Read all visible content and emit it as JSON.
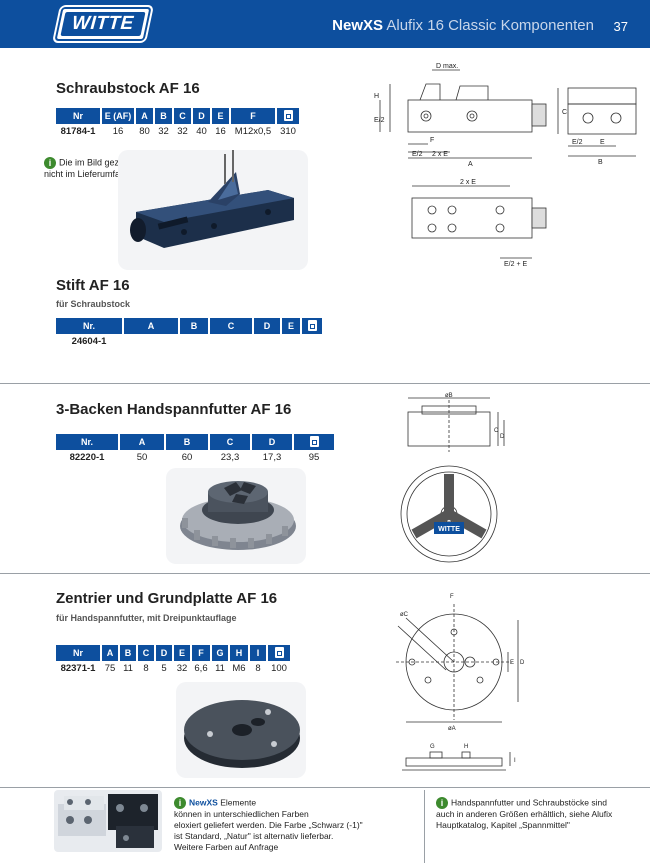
{
  "header": {
    "logo": "WITTE",
    "title_strong": "NewXS",
    "title_light": "Alufix 16 Classic Komponenten",
    "page_number": "37"
  },
  "sections": {
    "schraubstock": {
      "title": "Schraubstock AF 16",
      "headers": [
        "Nr",
        "E (AF)",
        "A",
        "B",
        "C",
        "D",
        "E",
        "F"
      ],
      "row": [
        "81784-1",
        "16",
        "80",
        "32",
        "32",
        "40",
        "16",
        "M12x0,5",
        "310"
      ],
      "note": "Die im Bild gezeigten Stifte sind nicht im Lieferumfang enthalten"
    },
    "stift": {
      "title": "Stift AF 16",
      "subtitle": "für Schraubstock",
      "headers": [
        "Nr.",
        "A",
        "B",
        "C",
        "D",
        "E"
      ],
      "row": [
        "24604-1",
        "",
        "",
        "",
        "",
        "",
        ""
      ]
    },
    "backen": {
      "title": "3-Backen Handspannfutter AF 16",
      "headers": [
        "Nr.",
        "A",
        "B",
        "C",
        "D"
      ],
      "row": [
        "82220-1",
        "50",
        "60",
        "23,3",
        "17,3",
        "95"
      ]
    },
    "zentrier": {
      "title": "Zentrier und Grundplatte AF 16",
      "subtitle": "für Handspannfutter, mit Dreipunktauflage",
      "headers": [
        "Nr",
        "A",
        "B",
        "C",
        "D",
        "E",
        "F",
        "G",
        "H",
        "I"
      ],
      "row": [
        "82371-1",
        "75",
        "11",
        "8",
        "5",
        "32",
        "6,6",
        "11",
        "M6",
        "8",
        "100"
      ]
    }
  },
  "drawing_labels": {
    "vise": [
      "D max.",
      "A",
      "E/2",
      "2 x E",
      "F",
      "C",
      "B",
      "E/2",
      "E",
      "E/2 + E",
      "2 x E",
      "H",
      "E/2"
    ],
    "chuck": [
      "øB",
      "C",
      "D"
    ],
    "chuck_logo": "WITTE",
    "plate": [
      "øA",
      "E",
      "D",
      "F",
      "øC",
      "G",
      "H",
      "I"
    ]
  },
  "footer": {
    "note1_brand": "NewXS",
    "note1_rest": " Elemente",
    "note1_lines": [
      "können in unterschiedlichen Farben",
      "eloxiert geliefert werden. Die Farbe „Schwarz (-1)\"",
      "ist Standard, „Natur\" ist alternativ lieferbar.",
      "Weitere Farben auf Anfrage"
    ],
    "note2_lines": [
      "Handspannfutter und Schraubstöcke sind",
      "auch in anderen Größen erhältlich, siehe Alufix",
      "Hauptkatalog, Kapitel „Spannmittel\""
    ]
  },
  "colors": {
    "brand_blue": "#0d4f9e",
    "info_green": "#3d8a2e"
  }
}
